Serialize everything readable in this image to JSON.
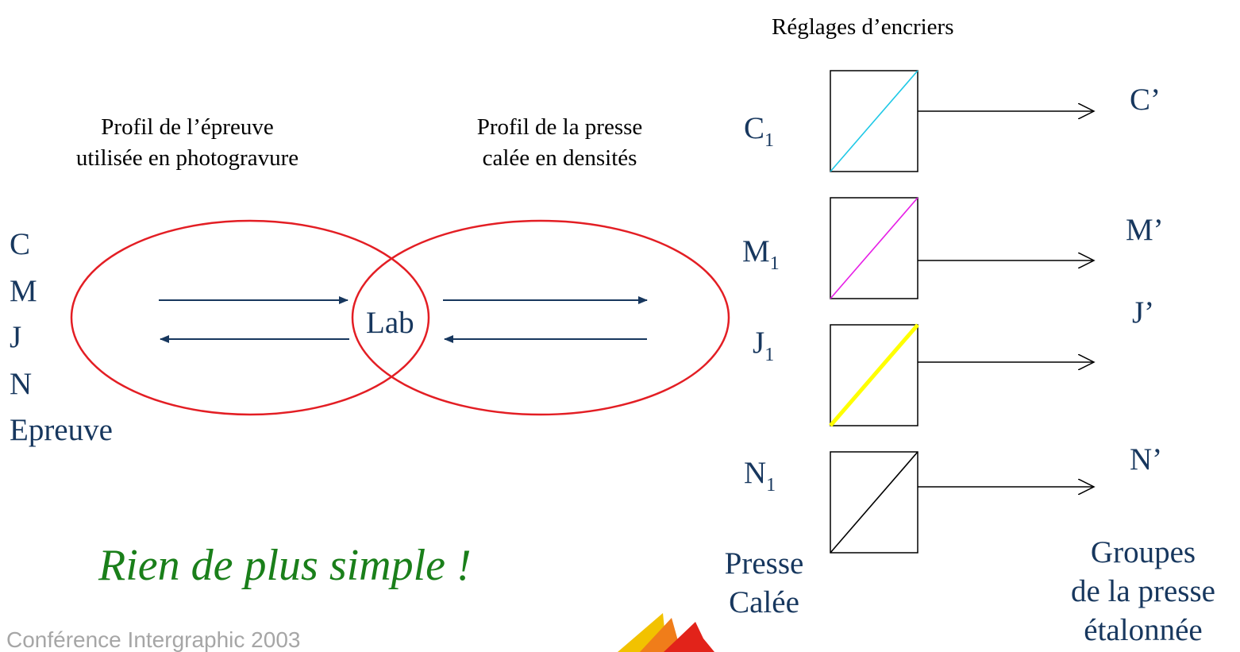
{
  "header": {
    "ink_settings_title": "Réglages d’encriers"
  },
  "left_profile": {
    "line1": "Profil de l’épreuve",
    "line2": "utilisée en photogravure"
  },
  "right_profile": {
    "line1": "Profil de la presse",
    "line2": "calée en densités"
  },
  "proof_inputs": {
    "items": [
      "C",
      "M",
      "J",
      "N"
    ],
    "caption": "Epreuve"
  },
  "center_label": "Lab",
  "press_inputs": [
    {
      "letter": "C",
      "sub": "1"
    },
    {
      "letter": "M",
      "sub": "1"
    },
    {
      "letter": "J",
      "sub": "1"
    },
    {
      "letter": "N",
      "sub": "1"
    }
  ],
  "press_outputs": [
    "C’",
    "M’",
    "J’",
    "N’"
  ],
  "press_caption": {
    "line1": "Presse",
    "line2": "Calée"
  },
  "groups_caption": {
    "line1": "Groupes",
    "line2": "de la presse",
    "line3": "étalonnée"
  },
  "motto": "Rien de plus simple !",
  "footer": "Conférence Intergraphic 2003",
  "colors": {
    "ellipse": "#e31e24",
    "arrow": "#17375e",
    "cyan_curve": "#1ec8e6",
    "magenta_curve": "#e61ee6",
    "yellow_curve": "#ffff00",
    "black_curve": "#000000",
    "motto": "#1a7f1a",
    "footer": "#a6a6a6"
  }
}
